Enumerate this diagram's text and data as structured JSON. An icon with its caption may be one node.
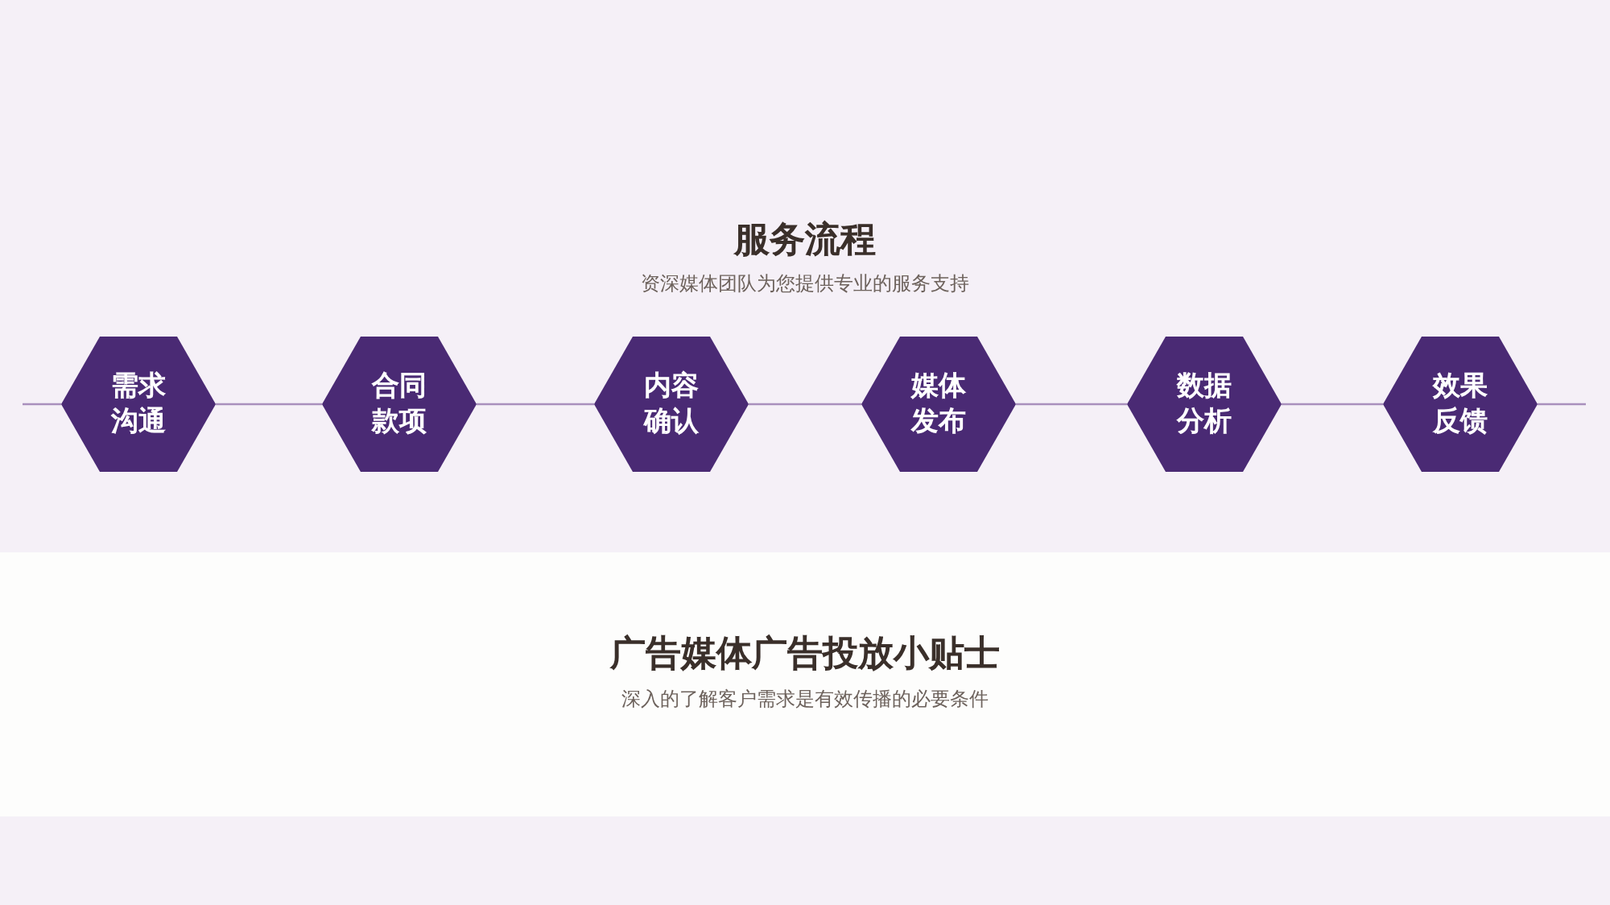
{
  "diagram": {
    "title": "服务流程",
    "nodes": [
      {
        "text": [
          "需求沟通"
        ]
      },
      {
        "text": [
          "合同款项"
        ]
      },
      {
        "text": [
          "内容确认"
        ]
      },
      {
        "text": [
          "媒体发布"
        ]
      },
      {
        "text": [
          "数据分析"
        ]
      },
      {
        "text": [
          "效果反馈"
        ]
      }
    ],
    "edges": [
      {
        "from": null,
        "to": 0,
        "arrow": "none"
      },
      {
        "from": 0,
        "to": 1,
        "arrow": "none"
      },
      {
        "from": 1,
        "to": 2,
        "arrow": "none"
      },
      {
        "from": 2,
        "to": 3,
        "arrow": "none"
      },
      {
        "from": 3,
        "to": 4,
        "arrow": "none"
      },
      {
        "from": 4,
        "to": 5,
        "arrow": "none"
      },
      {
        "from": 5,
        "to": null,
        "arrow": "none"
      }
    ],
    "labels": [
      "资深媒体团队为您提供专业的服务支持",
      "广告媒体广告投放小贴士",
      "深入的了解客户需求是有效传播的必要条件"
    ]
  }
}
